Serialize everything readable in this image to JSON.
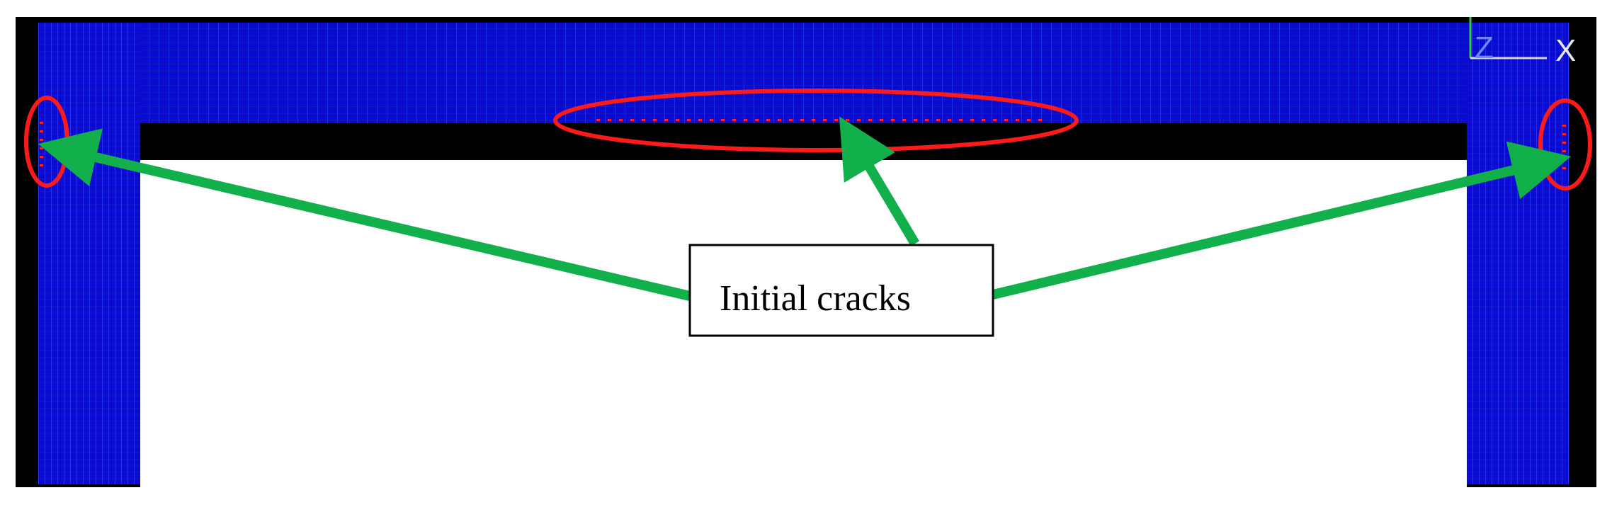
{
  "annotation": {
    "label": "Initial cracks"
  },
  "axis_triad": {
    "vertical_axis": "Z",
    "horizontal_axis": "X"
  },
  "colors": {
    "background": "#000000",
    "mesh_fill": "#0a0ad0",
    "mesh_line": "#2a3cff",
    "crack_ellipse": "#ff1a1a",
    "crack_points": "#ff2020",
    "arrow": "#12b04a",
    "void": "#ffffff"
  }
}
